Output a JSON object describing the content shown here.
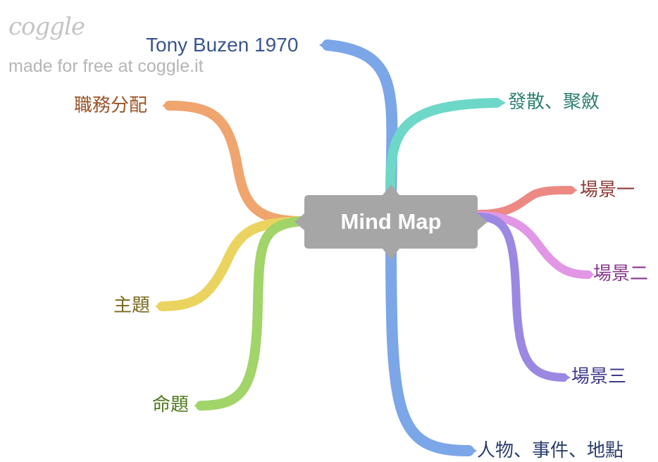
{
  "watermark": {
    "logo_text": "coggle",
    "subtitle": "made for free at coggle.it"
  },
  "center": {
    "label": "Mind Map",
    "color": "#a6a6a6"
  },
  "branches": [
    {
      "label": "Tony Buzen 1970",
      "color": "#7ba6e8",
      "text_color": "#3a558e"
    },
    {
      "label": "發散、聚斂",
      "color": "#6dd8c8",
      "text_color": "#2e7f73"
    },
    {
      "label": "職務分配",
      "color": "#f0a46e",
      "text_color": "#9a5426"
    },
    {
      "label": "場景一",
      "color": "#ec8983",
      "text_color": "#8e3a35"
    },
    {
      "label": "場景二",
      "color": "#e196e6",
      "text_color": "#86378d"
    },
    {
      "label": "場景三",
      "color": "#9a88e2",
      "text_color": "#3c3a8a"
    },
    {
      "label": "主題",
      "color": "#ebd35f",
      "text_color": "#7a6a1c"
    },
    {
      "label": "命題",
      "color": "#a1d469",
      "text_color": "#4f7a1e"
    },
    {
      "label": "人物、事件、地點",
      "color": "#7ba6e8",
      "text_color": "#2b3f6c"
    }
  ]
}
